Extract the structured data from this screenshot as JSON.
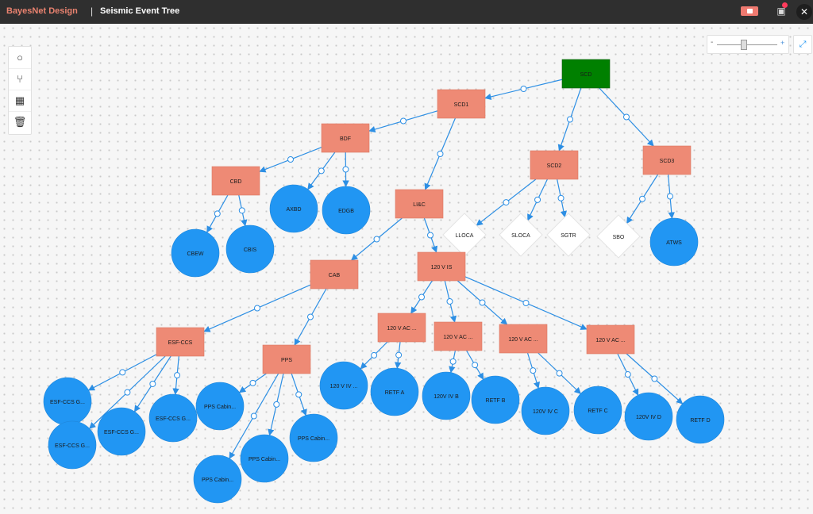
{
  "app": {
    "brand": "BayesNet Design",
    "separator": "|",
    "document_title": "Seismic Event Tree"
  },
  "titlebar_icons": [
    "record-icon",
    "save-icon",
    "notification-badge",
    "close-icon"
  ],
  "toolbar": {
    "tools": [
      "add-node-icon",
      "branch-icon",
      "table-icon",
      "trash-icon"
    ]
  },
  "zoom": {
    "minus": "-",
    "plus": "+",
    "level": 0.43
  },
  "fit_icon": "⤢",
  "colors": {
    "root": "#008000",
    "event": "#ee8a75",
    "circle": "#2196f3",
    "diamond": "#ffffff",
    "edge": "#2d8fe4",
    "accent": "#e9826f"
  },
  "graph": {
    "nodes": [
      {
        "id": "scd",
        "label": "SCD",
        "shape": "root"
      },
      {
        "id": "scd1",
        "label": "SCD1",
        "shape": "rect"
      },
      {
        "id": "scd2",
        "label": "SCD2",
        "shape": "rect"
      },
      {
        "id": "scd3",
        "label": "SCD3",
        "shape": "rect"
      },
      {
        "id": "bdf",
        "label": "BDF",
        "shape": "rect"
      },
      {
        "id": "lic",
        "label": "LI&C",
        "shape": "rect"
      },
      {
        "id": "cbd",
        "label": "CBD",
        "shape": "rect"
      },
      {
        "id": "axbd",
        "label": "AXBD",
        "shape": "circle"
      },
      {
        "id": "edgb",
        "label": "EDGB",
        "shape": "circle"
      },
      {
        "id": "cbew",
        "label": "CBEW",
        "shape": "circle"
      },
      {
        "id": "cbis",
        "label": "CBIS",
        "shape": "circle"
      },
      {
        "id": "lloca",
        "label": "LLOCA",
        "shape": "diamond"
      },
      {
        "id": "sloca",
        "label": "SLOCA",
        "shape": "diamond"
      },
      {
        "id": "sgtr",
        "label": "SGTR",
        "shape": "diamond"
      },
      {
        "id": "sbo",
        "label": "SBO",
        "shape": "diamond"
      },
      {
        "id": "atws",
        "label": "ATWS",
        "shape": "circle"
      },
      {
        "id": "cab",
        "label": "CAB",
        "shape": "rect"
      },
      {
        "id": "v120is",
        "label": "120 V IS",
        "shape": "rect"
      },
      {
        "id": "esfccs",
        "label": "ESF-CCS",
        "shape": "rect"
      },
      {
        "id": "pps",
        "label": "PPS",
        "shape": "rect"
      },
      {
        "id": "ac1",
        "label": "120 V AC ...",
        "shape": "rect"
      },
      {
        "id": "ac2",
        "label": "120 V AC ...",
        "shape": "rect"
      },
      {
        "id": "ac3",
        "label": "120 V AC ...",
        "shape": "rect"
      },
      {
        "id": "ac4",
        "label": "120 V AC ...",
        "shape": "rect"
      },
      {
        "id": "esf1",
        "label": "ESF-CCS G...",
        "shape": "circle"
      },
      {
        "id": "esf2",
        "label": "ESF-CCS G...",
        "shape": "circle"
      },
      {
        "id": "esf3",
        "label": "ESF-CCS G...",
        "shape": "circle"
      },
      {
        "id": "esf4",
        "label": "ESF-CCS G...",
        "shape": "circle"
      },
      {
        "id": "pps1",
        "label": "PPS Cabin...",
        "shape": "circle"
      },
      {
        "id": "pps2",
        "label": "PPS Cabin...",
        "shape": "circle"
      },
      {
        "id": "pps3",
        "label": "PPS Cabin...",
        "shape": "circle"
      },
      {
        "id": "pps4",
        "label": "PPS Cabin...",
        "shape": "circle"
      },
      {
        "id": "ivA",
        "label": "120 V IV ...",
        "shape": "circle"
      },
      {
        "id": "retfA",
        "label": "RETF A",
        "shape": "circle"
      },
      {
        "id": "ivB",
        "label": "120V IV B",
        "shape": "circle"
      },
      {
        "id": "retfB",
        "label": "RETF B",
        "shape": "circle"
      },
      {
        "id": "ivC",
        "label": "120V IV C",
        "shape": "circle"
      },
      {
        "id": "retfC",
        "label": "RETF C",
        "shape": "circle"
      },
      {
        "id": "ivD",
        "label": "120V IV D",
        "shape": "circle"
      },
      {
        "id": "retfD",
        "label": "RETF D",
        "shape": "circle"
      }
    ],
    "edges": [
      [
        "scd",
        "scd1"
      ],
      [
        "scd",
        "scd2"
      ],
      [
        "scd",
        "scd3"
      ],
      [
        "scd1",
        "bdf"
      ],
      [
        "scd1",
        "lic"
      ],
      [
        "bdf",
        "cbd"
      ],
      [
        "bdf",
        "axbd"
      ],
      [
        "bdf",
        "edgb"
      ],
      [
        "cbd",
        "cbew"
      ],
      [
        "cbd",
        "cbis"
      ],
      [
        "scd2",
        "lloca"
      ],
      [
        "scd2",
        "sloca"
      ],
      [
        "scd2",
        "sgtr"
      ],
      [
        "scd3",
        "sbo"
      ],
      [
        "scd3",
        "atws"
      ],
      [
        "lic",
        "cab"
      ],
      [
        "lic",
        "v120is"
      ],
      [
        "cab",
        "esfccs"
      ],
      [
        "cab",
        "pps"
      ],
      [
        "esfccs",
        "esf1"
      ],
      [
        "esfccs",
        "esf2"
      ],
      [
        "esfccs",
        "esf3"
      ],
      [
        "esfccs",
        "esf4"
      ],
      [
        "pps",
        "pps1"
      ],
      [
        "pps",
        "pps2"
      ],
      [
        "pps",
        "pps3"
      ],
      [
        "pps",
        "pps4"
      ],
      [
        "v120is",
        "ac1"
      ],
      [
        "v120is",
        "ac2"
      ],
      [
        "v120is",
        "ac3"
      ],
      [
        "v120is",
        "ac4"
      ],
      [
        "ac1",
        "ivA"
      ],
      [
        "ac1",
        "retfA"
      ],
      [
        "ac2",
        "ivB"
      ],
      [
        "ac2",
        "retfB"
      ],
      [
        "ac3",
        "ivC"
      ],
      [
        "ac3",
        "retfC"
      ],
      [
        "ac4",
        "ivD"
      ],
      [
        "ac4",
        "retfD"
      ]
    ]
  }
}
